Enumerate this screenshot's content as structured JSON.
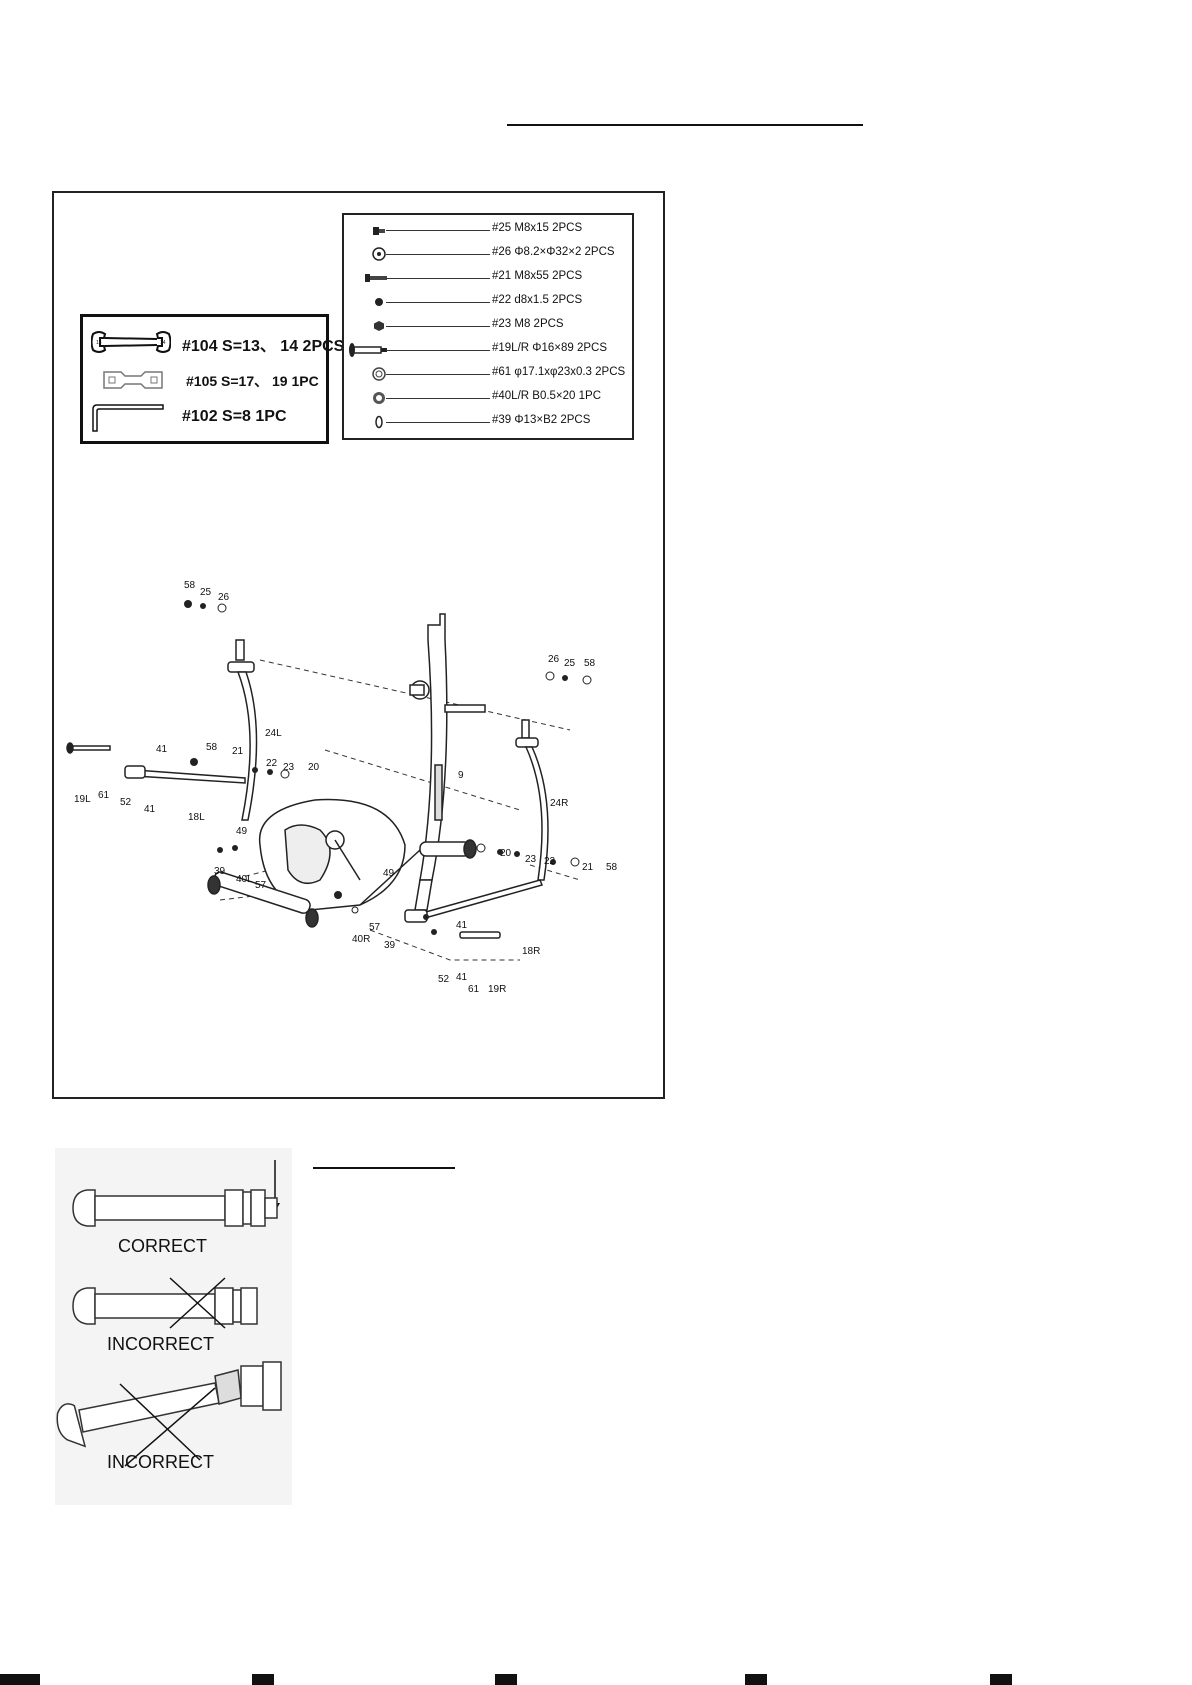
{
  "tools": [
    {
      "icon": "open-end-wrench-icon",
      "label": "#104 S=13、 14   2PCS"
    },
    {
      "icon": "flat-spanner-icon",
      "label": "#105 S=17、 19 1PC"
    },
    {
      "icon": "allen-key-icon",
      "label": "#102  S=8 1PC"
    }
  ],
  "hardware": [
    {
      "icon": "bolt-short-icon",
      "label": "#25  M8x15  2PCS"
    },
    {
      "icon": "flat-washer-icon",
      "label": "#26  Φ8.2×Φ32×2    2PCS"
    },
    {
      "icon": "bolt-long-icon",
      "label": "#21  M8x55  2PCS"
    },
    {
      "icon": "spring-washer-icon",
      "label": "#22  d8x1.5  2PCS"
    },
    {
      "icon": "nut-icon",
      "label": "#23  M8    2PCS"
    },
    {
      "icon": "axle-icon",
      "label": "#19L/R  Φ16×89   2PCS"
    },
    {
      "icon": "wave-washer-icon",
      "label": "#61  φ17.1xφ23x0.3  2PCS"
    },
    {
      "icon": "bushing-icon",
      "label": "#40L/R  B0.5×20  1PC"
    },
    {
      "icon": "c-clip-icon",
      "label": "#39  Φ13×B2  2PCS"
    }
  ],
  "callouts": {
    "c58a": "58",
    "c25a": "25",
    "c26a": "26",
    "c24L": "24L",
    "c9": "9",
    "c26b": "26",
    "c25b": "25",
    "c58b": "58",
    "c24R": "24R",
    "c41a": "41",
    "c19L": "19L",
    "c61a": "61",
    "c52a": "52",
    "c41b": "41",
    "c18L": "18L",
    "c58c": "58",
    "c21a": "21",
    "c22a": "22",
    "c23a": "23",
    "c20a": "20",
    "c49a": "49",
    "c49b": "49",
    "c39a": "39",
    "c40L": "40L",
    "c57a": "57",
    "c57b": "57",
    "c40R": "40R",
    "c39b": "39",
    "c20b": "20",
    "c23b": "23",
    "c22b": "22",
    "c21b": "21",
    "c58d": "58",
    "c41c": "41",
    "c18R": "18R",
    "c52b": "52",
    "c41d": "41",
    "c61b": "61",
    "c19R": "19R"
  },
  "bolt_check": {
    "correct": "CORRECT",
    "incorrect1": "INCORRECT",
    "incorrect2": "INCORRECT"
  }
}
